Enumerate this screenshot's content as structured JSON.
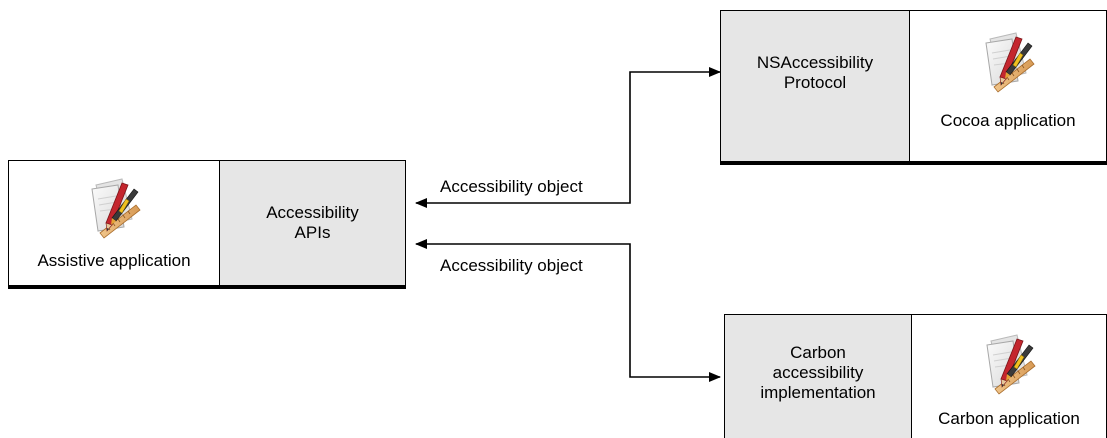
{
  "assistive": {
    "app_label": "Assistive application",
    "apis_label_line1": "Accessibility",
    "apis_label_line2": "APIs",
    "app_icon": "xcode-app-icon"
  },
  "cocoa": {
    "protocol_line1": "NSAccessibility",
    "protocol_line2": "Protocol",
    "app_label": "Cocoa application",
    "app_icon": "xcode-app-icon"
  },
  "carbon": {
    "impl_line1": "Carbon",
    "impl_line2": "accessibility",
    "impl_line3": "implementation",
    "app_label": "Carbon application",
    "app_icon": "xcode-app-icon"
  },
  "edges": {
    "top_label": "Accessibility object",
    "bottom_label": "Accessibility object"
  }
}
